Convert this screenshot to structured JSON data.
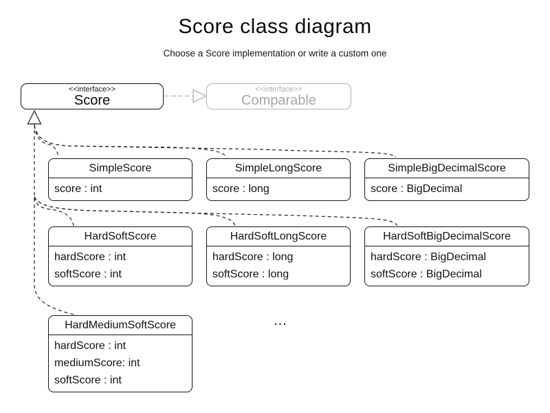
{
  "title": "Score class diagram",
  "subtitle": "Choose a Score implementation or write a custom one",
  "interfaces": {
    "score": {
      "stereotype": "<<interface>>",
      "name": "Score"
    },
    "comparable": {
      "stereotype": "<<interface>>",
      "name": "Comparable"
    }
  },
  "classes": [
    {
      "name": "SimpleScore",
      "attributes": [
        "score : int"
      ]
    },
    {
      "name": "SimpleLongScore",
      "attributes": [
        "score : long"
      ]
    },
    {
      "name": "SimpleBigDecimalScore",
      "attributes": [
        "score : BigDecimal"
      ]
    },
    {
      "name": "HardSoftScore",
      "attributes": [
        "hardScore : int",
        "softScore : int"
      ]
    },
    {
      "name": "HardSoftLongScore",
      "attributes": [
        "hardScore : long",
        "softScore : long"
      ]
    },
    {
      "name": "HardSoftBigDecimalScore",
      "attributes": [
        "hardScore : BigDecimal",
        "softScore : BigDecimal"
      ]
    },
    {
      "name": "HardMediumSoftScore",
      "attributes": [
        "hardScore : int",
        "mediumScore: int",
        "softScore : int"
      ]
    }
  ],
  "ellipsis": "...",
  "colors": {
    "line": "#222222",
    "muted": "#aaaaaa"
  }
}
